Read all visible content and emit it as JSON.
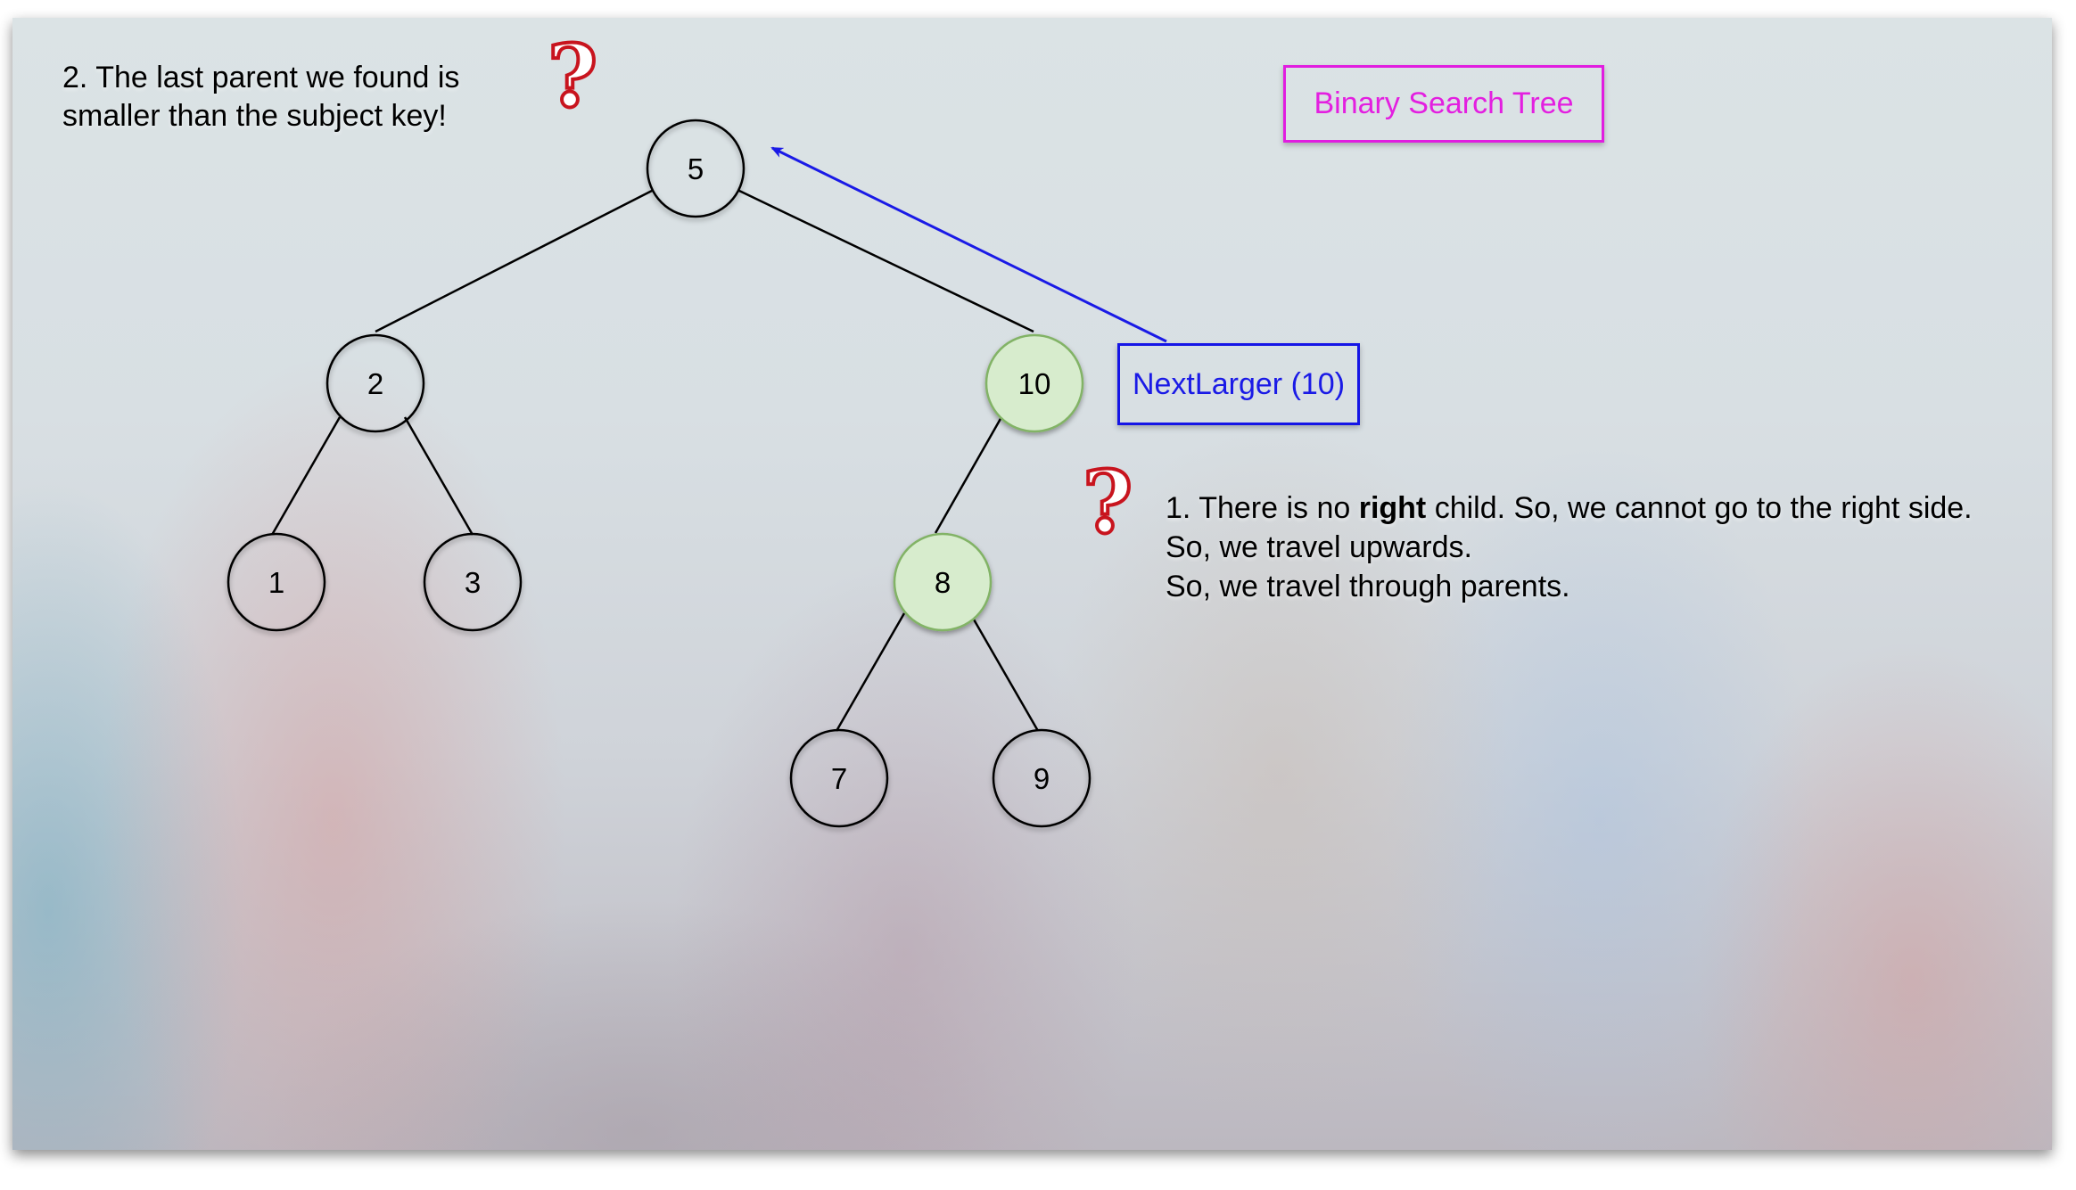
{
  "title": "Binary Search Tree",
  "next_larger_label": "NextLarger (10)",
  "note_top": {
    "line1": "2. The last parent we found is",
    "line2": "smaller than the subject key!"
  },
  "note_right": {
    "line1_pre": "1. There is no ",
    "line1_bold": "right",
    "line1_post": " child. So, we cannot go to the right side.",
    "line2": "So, we travel upwards.",
    "line3": "So, we travel through parents."
  },
  "question_mark": "?",
  "tree": {
    "nodes": [
      {
        "id": "n5",
        "key": "5",
        "highlighted": false
      },
      {
        "id": "n2",
        "key": "2",
        "highlighted": false
      },
      {
        "id": "n10",
        "key": "10",
        "highlighted": true
      },
      {
        "id": "n1",
        "key": "1",
        "highlighted": false
      },
      {
        "id": "n3",
        "key": "3",
        "highlighted": false
      },
      {
        "id": "n8",
        "key": "8",
        "highlighted": true
      },
      {
        "id": "n7",
        "key": "7",
        "highlighted": false
      },
      {
        "id": "n9",
        "key": "9",
        "highlighted": false
      }
    ],
    "edges": [
      [
        "5",
        "2"
      ],
      [
        "5",
        "10"
      ],
      [
        "2",
        "1"
      ],
      [
        "2",
        "3"
      ],
      [
        "10",
        "8"
      ],
      [
        "8",
        "7"
      ],
      [
        "8",
        "9"
      ]
    ]
  },
  "colors": {
    "title": "#e31fe0",
    "next_larger": "#1a1ae6",
    "arrow": "#1a1ae6",
    "highlight_fill": "#d7eccd",
    "highlight_stroke": "#82b366",
    "question_mark": "#c8141e"
  }
}
